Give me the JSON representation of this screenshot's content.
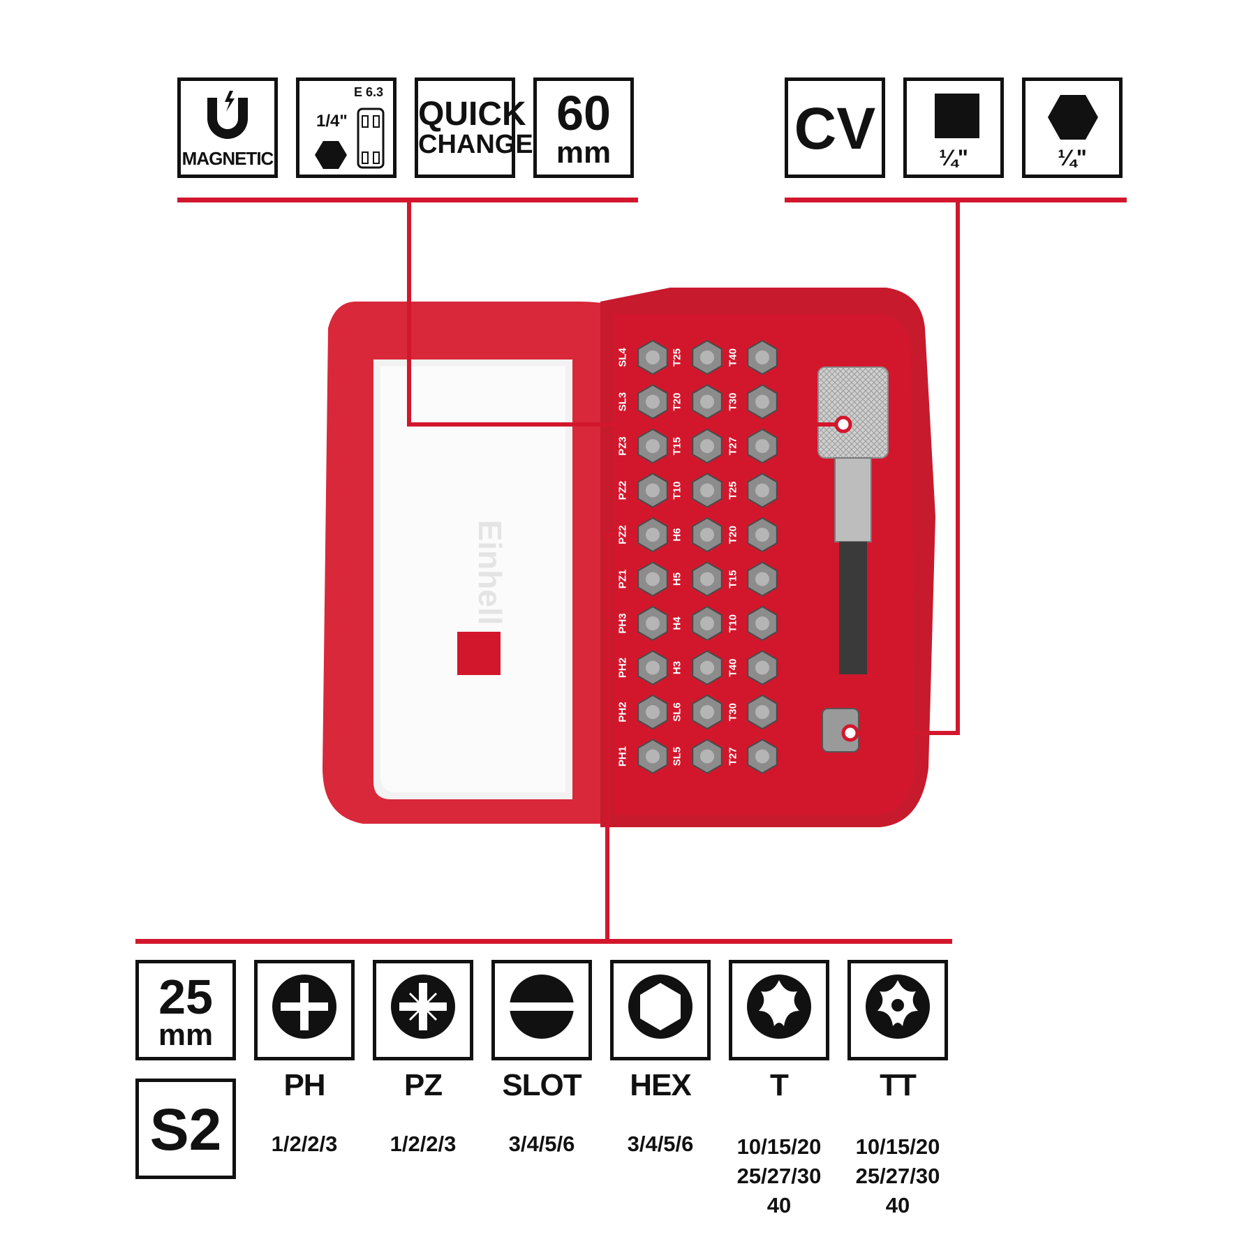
{
  "top_left_icons": {
    "magnetic": "MAGNETIC",
    "shank_fraction": "1/4\"",
    "shank_standard": "E 6.3",
    "quick_change_line1": "QUICK",
    "quick_change_line2": "CHANGE",
    "length_value": "60",
    "length_unit": "mm"
  },
  "top_right_icons": {
    "material": "CV",
    "square_size": "¼\"",
    "hex_size": "¼\""
  },
  "bottom_left": {
    "bit_length_value": "25",
    "bit_length_unit": "mm",
    "steel": "S2"
  },
  "bit_types": [
    {
      "label": "PH",
      "sizes": [
        "1/2/2/3"
      ],
      "icon": "phillips-icon"
    },
    {
      "label": "PZ",
      "sizes": [
        "1/2/2/3"
      ],
      "icon": "pozidriv-icon"
    },
    {
      "label": "SLOT",
      "sizes": [
        "3/4/5/6"
      ],
      "icon": "slot-icon"
    },
    {
      "label": "HEX",
      "sizes": [
        "3/4/5/6"
      ],
      "icon": "hex-icon"
    },
    {
      "label": "T",
      "sizes": [
        "10/15/20",
        "25/27/30",
        "40"
      ],
      "icon": "torx-icon"
    },
    {
      "label": "TT",
      "sizes": [
        "10/15/20",
        "25/27/30",
        "40"
      ],
      "icon": "tamper-torx-icon"
    }
  ],
  "case": {
    "brand": "Einhell",
    "column1": [
      "SL4",
      "SL3",
      "PZ3",
      "PZ2",
      "PZ2",
      "PZ1",
      "PH3",
      "PH2",
      "PH2",
      "PH1"
    ],
    "column2": [
      "T25",
      "T20",
      "T15",
      "T10",
      "H6",
      "H5",
      "H4",
      "H3",
      "SL6",
      "SL5"
    ],
    "column3": [
      "T40",
      "T30",
      "T27",
      "T25",
      "T20",
      "T15",
      "T10",
      "T40",
      "T30",
      "T27"
    ]
  },
  "colors": {
    "accent": "#d2172c",
    "ink": "#111111"
  }
}
